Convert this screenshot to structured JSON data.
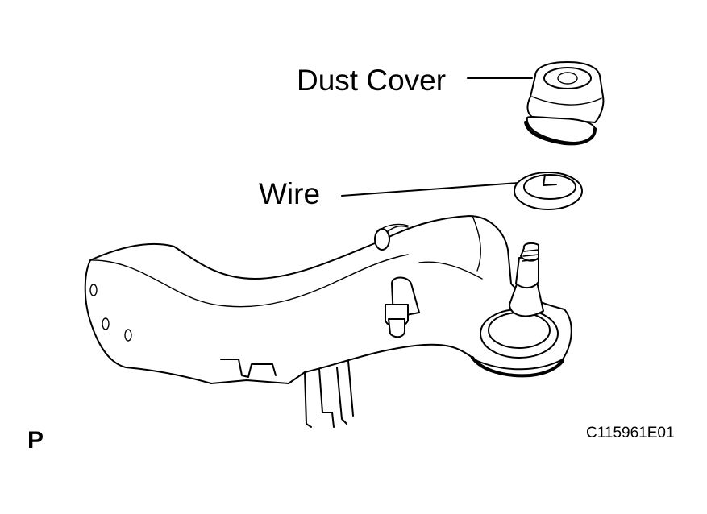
{
  "labels": {
    "dust_cover": "Dust Cover",
    "wire": "Wire",
    "view_marker": "P",
    "figure_code": "C115961E01"
  },
  "colors": {
    "line": "#000000",
    "background": "#ffffff"
  }
}
